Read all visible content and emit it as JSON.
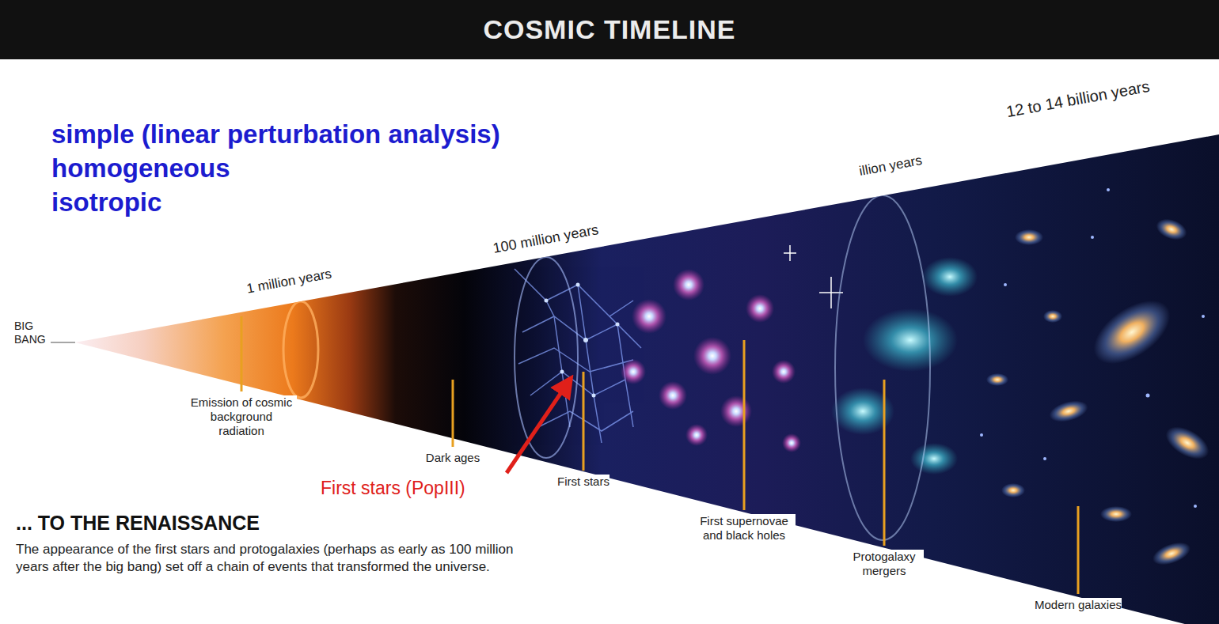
{
  "diagram": {
    "title": "COSMIC TIMELINE",
    "labels": [
      "simple (linear perturbation analysis)",
      "homogeneous",
      "isotropic",
      "1 million years",
      "100 million years",
      "illion years",
      "12 to 14 billion years",
      "BIG BANG",
      "Emission of cosmic background radiation",
      "Dark ages",
      "First stars (PopIII)",
      "First stars",
      "First supernovae and black holes",
      "Protogalaxy mergers",
      "Modern galaxies",
      "... TO THE RENAISSANCE",
      "The appearance of the first stars and protogalaxies (perhaps as early as 100 million years after the big bang) set off a chain of events that transformed the universe."
    ]
  }
}
